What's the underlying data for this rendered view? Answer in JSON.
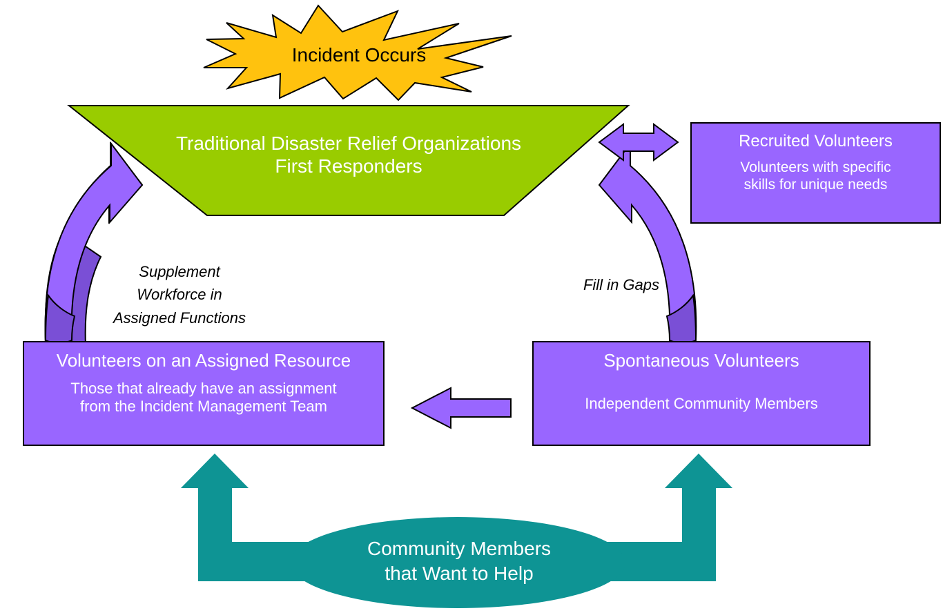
{
  "diagram": {
    "title_shapes": {
      "incident": {
        "label": "Incident Occurs",
        "fill": "#FFC20E",
        "stroke": "#000000",
        "text_color": "#000000"
      },
      "traditional": {
        "line1": "Traditional Disaster Relief Organizations",
        "line2": "First Responders",
        "fill": "#99CC00",
        "stroke": "#000000",
        "text_color": "#FFFFFF"
      },
      "recruited": {
        "title": "Recruited Volunteers",
        "desc_line1": "Volunteers with specific",
        "desc_line2": "skills for unique needs",
        "fill": "#9966FF",
        "stroke": "#000000",
        "text_color": "#FFFFFF"
      },
      "assigned": {
        "title": "Volunteers on an Assigned Resource",
        "desc_line1": "Those that already have an assignment",
        "desc_line2": "from the Incident Management Team",
        "fill": "#9966FF",
        "stroke": "#000000",
        "text_color": "#FFFFFF"
      },
      "spontaneous": {
        "title": "Spontaneous Volunteers",
        "desc_line1": "Independent Community Members",
        "fill": "#9966FF",
        "stroke": "#000000",
        "text_color": "#FFFFFF"
      },
      "community": {
        "line1": "Community Members",
        "line2": "that Want to Help",
        "fill": "#0E9494",
        "text_color": "#FFFFFF"
      }
    },
    "connector_labels": {
      "supplement_line1": "Supplement",
      "supplement_line2": "Workforce in",
      "supplement_line3": "Assigned Functions",
      "fill_in_gaps": "Fill in Gaps",
      "text_color": "#000000"
    },
    "connectors": {
      "double_arrow": {
        "name": "traditional-recruited-double-arrow",
        "fill": "#9966FF",
        "stroke": "#000000"
      },
      "curved_left": {
        "name": "supplement-workforce-curved-arrow",
        "fill": "#9966FF",
        "shadow": "#7A4FD6",
        "stroke": "#000000"
      },
      "curved_right": {
        "name": "fill-in-gaps-curved-arrow",
        "fill": "#9966FF",
        "shadow": "#7A4FD6",
        "stroke": "#000000"
      },
      "left_arrow": {
        "name": "spontaneous-to-assigned-arrow",
        "fill": "#9966FF",
        "stroke": "#000000"
      },
      "u_arrow": {
        "name": "community-members-u-arrow",
        "fill": "#0E9494"
      }
    },
    "palette": {
      "yellow": "#FFC20E",
      "green": "#99CC00",
      "purple": "#9966FF",
      "purple_shadow": "#7A4FD6",
      "teal": "#0E9494",
      "white": "#FFFFFF",
      "black": "#000000"
    }
  }
}
